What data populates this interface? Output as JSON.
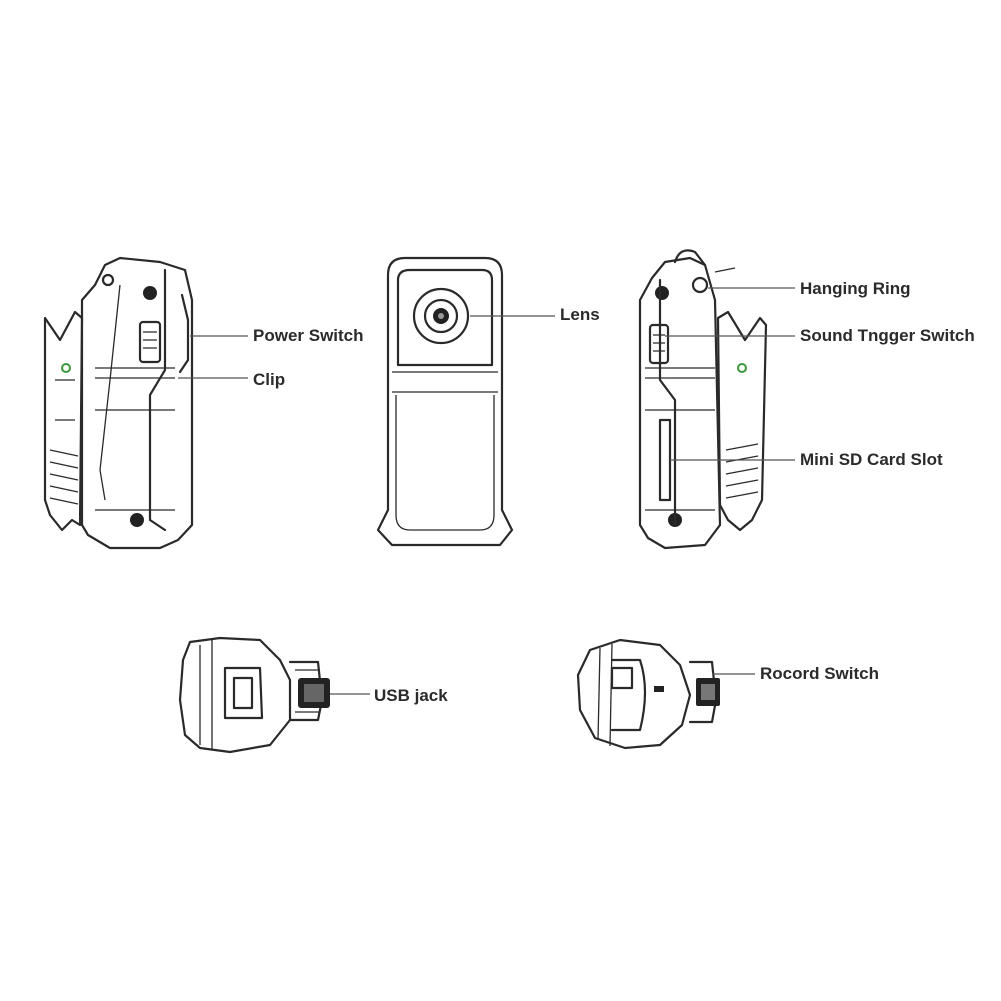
{
  "labels": {
    "power_switch": "Power Switch",
    "clip": "Clip",
    "lens": "Lens",
    "hanging_ring": "Hanging Ring",
    "sound_trigger_switch": "Sound Tngger Switch",
    "mini_sd_card_slot": "Mini SD Card Slot",
    "usb_jack": "USB jack",
    "record_switch": "Rocord Switch"
  },
  "colors": {
    "line": "#2a2a2a",
    "text": "#2b2b2b",
    "background": "#ffffff",
    "indicator": "#3a9a3a"
  }
}
